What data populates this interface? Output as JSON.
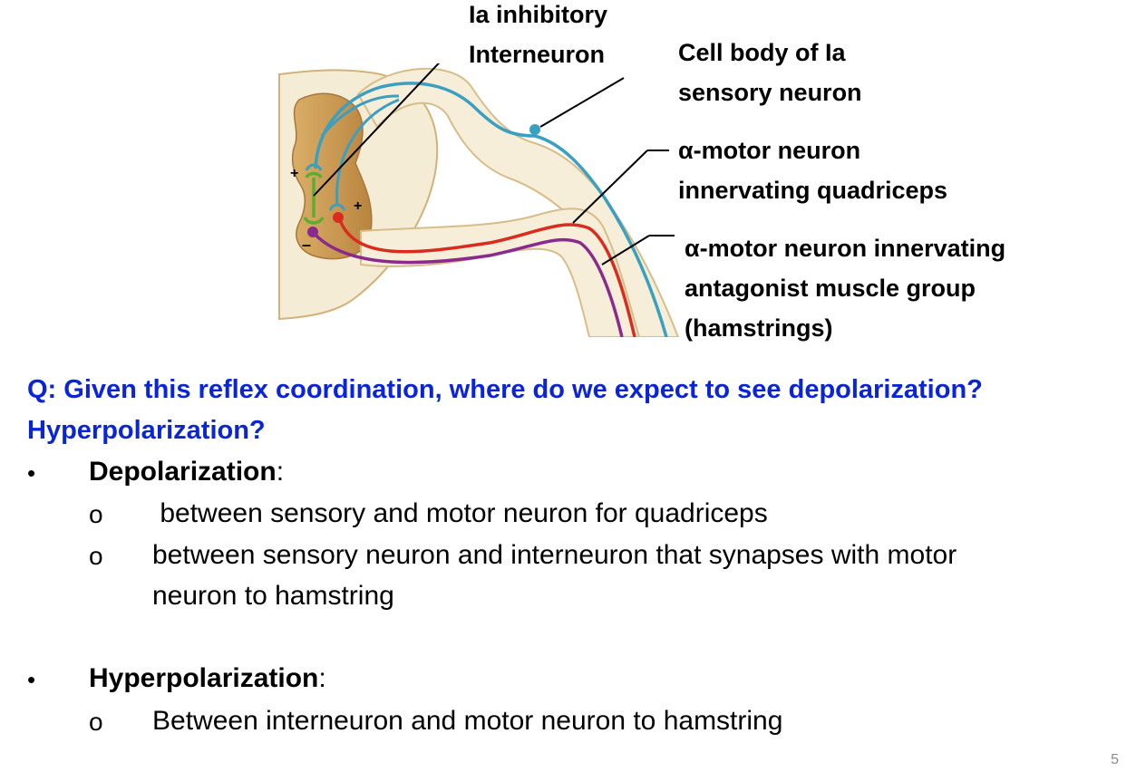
{
  "labels": {
    "ia_inhibitory_interneuron": [
      "Ia inhibitory",
      "Interneuron"
    ],
    "ia_sensory_cell_body": [
      "Cell body of Ia",
      "sensory neuron"
    ],
    "motor_quadriceps": [
      "α-motor neuron",
      "innervating quadriceps"
    ],
    "motor_hamstrings": [
      "α-motor neuron innervating",
      "antagonist muscle group",
      "(hamstrings)"
    ]
  },
  "synapse_signs": {
    "plus": "+",
    "minus": "–"
  },
  "question": [
    "Q: Given this reflex coordination, where do we expect to see depolarization?",
    "Hyperpolarization?"
  ],
  "bullets": [
    {
      "marker": "•",
      "term": "Depolarization",
      "suffix": ":",
      "items": [
        {
          "marker": "o",
          "lines": [
            " between sensory and motor neuron for quadriceps"
          ]
        },
        {
          "marker": "o",
          "lines": [
            "between sensory neuron and interneuron that synapses with motor",
            "neuron to hamstring"
          ]
        }
      ]
    },
    {
      "marker": "•",
      "term": "Hyperpolarization",
      "suffix": ":",
      "items": [
        {
          "marker": "o",
          "lines": [
            "Between interneuron and motor neuron to hamstring"
          ]
        }
      ]
    }
  ],
  "page_number": "5",
  "colors": {
    "sensory": "#3a9fc0",
    "quad_motor": "#d92c1f",
    "ham_motor": "#8a2a8c",
    "interneuron": "#5cae32",
    "question": "#0a25d8",
    "cord_gray": "#f4ecd5",
    "cord_white": "#c79650"
  }
}
